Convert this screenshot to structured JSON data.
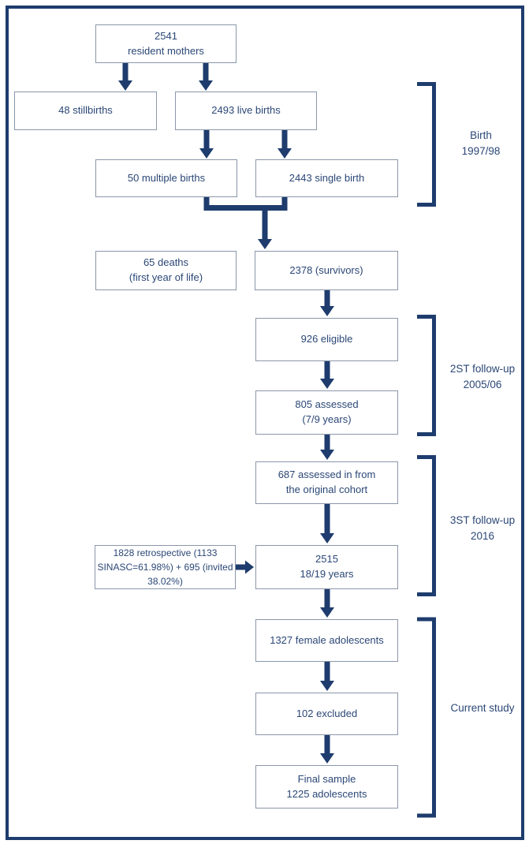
{
  "diagram": {
    "colors": {
      "accent_navy": "#1e3c6d",
      "box_border": "#8a97a9",
      "text": "#2b4776",
      "background": "#ffffff"
    },
    "boxes": [
      {
        "id": "resident-mothers",
        "label": "2541\nresident mothers"
      },
      {
        "id": "stillbirths",
        "label": "48 stillbirths"
      },
      {
        "id": "live-births",
        "label": "2493 live births"
      },
      {
        "id": "multiple-births",
        "label": "50 multiple births"
      },
      {
        "id": "single-birth",
        "label": "2443 single birth"
      },
      {
        "id": "deaths",
        "label": "65 deaths\n(first year of life)"
      },
      {
        "id": "survivors",
        "label": "2378 (survivors)"
      },
      {
        "id": "eligible",
        "label": "926 eligible"
      },
      {
        "id": "assessed-805",
        "label": "805 assessed\n(7/9 years)"
      },
      {
        "id": "assessed-687",
        "label": "687 assessed in from\nthe original cohort"
      },
      {
        "id": "retrospective",
        "label": "1828 retrospective (1133\nSINASC=61.98%) + 695 (invited\n38.02%)"
      },
      {
        "id": "cohort-2515",
        "label": "2515\n18/19 years"
      },
      {
        "id": "female-adolescents",
        "label": "1327 female adolescents"
      },
      {
        "id": "excluded",
        "label": "102 excluded"
      },
      {
        "id": "final-sample",
        "label": "Final sample\n1225 adolescents"
      }
    ],
    "phases": [
      {
        "id": "birth",
        "label": "Birth\n1997/98"
      },
      {
        "id": "followup2",
        "label": "2ST follow-up\n2005/06"
      },
      {
        "id": "followup3",
        "label": "3ST follow-up\n2016"
      },
      {
        "id": "current",
        "label": "Current study"
      }
    ]
  }
}
